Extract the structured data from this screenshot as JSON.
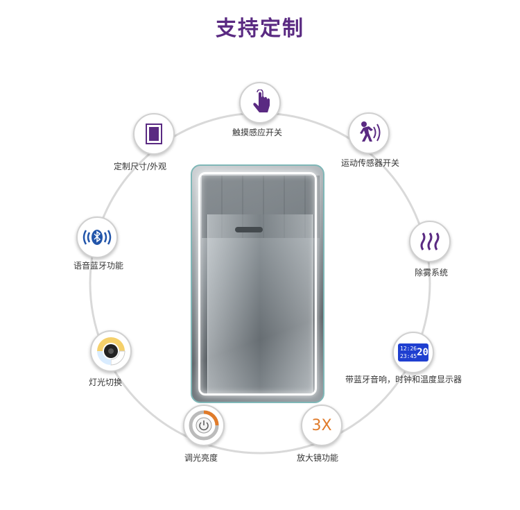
{
  "header": {
    "title": "支持定制"
  },
  "features": {
    "touch_switch": {
      "label": "触摸感应开关",
      "icon": "hand-touch-icon"
    },
    "motion_switch": {
      "label": "运动传感器开关",
      "icon": "walking-sensor-icon"
    },
    "defog": {
      "label": "除雾系统",
      "icon": "heat-waves-icon"
    },
    "bt_clock": {
      "label": "带蓝牙音响，时钟和温度显示器",
      "icon": "lcd-display-icon",
      "display_left": "12:26\n23:45",
      "display_right": "20"
    },
    "magnifier": {
      "label": "放大镜功能",
      "icon": "magnifier-3x-icon",
      "text": "3X"
    },
    "dimming": {
      "label": "调光亮度",
      "icon": "power-dial-icon"
    },
    "light_switch": {
      "label": "灯光切换",
      "icon": "color-temp-dial-icon"
    },
    "bluetooth": {
      "label": "语音蓝牙功能",
      "icon": "bluetooth-speaker-icon"
    },
    "custom_size": {
      "label": "定制尺寸/外观",
      "icon": "mirror-frame-icon"
    }
  },
  "colors": {
    "title": "#5a2a82",
    "icon": "#5a2a82",
    "ring": "#d9d9d9",
    "accent": "#e07b2a"
  }
}
